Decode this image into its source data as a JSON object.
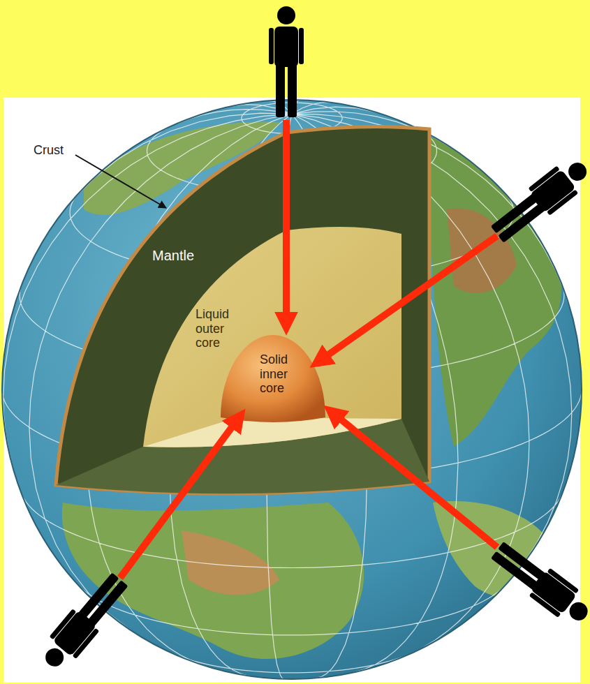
{
  "diagram": {
    "nodes": [
      {
        "text": [
          "Mantle"
        ]
      },
      {
        "text": [
          "Liquid outer core"
        ],
        "in": 0
      },
      {
        "text": [
          "Solid inner core"
        ],
        "in": 1
      }
    ],
    "labels": [
      "Crust"
    ]
  }
}
